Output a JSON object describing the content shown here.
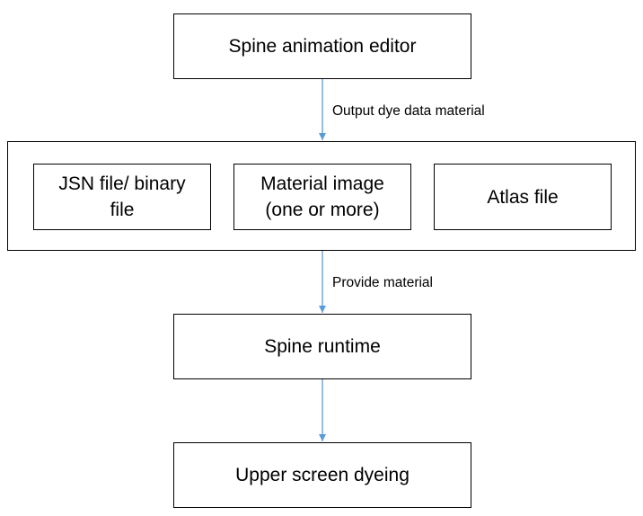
{
  "nodes": {
    "editor": "Spine animation editor",
    "json_file": "JSN file/ binary file",
    "material_image": "Material image (one or more)",
    "atlas_file": "Atlas file",
    "runtime": "Spine runtime",
    "dyeing": "Upper screen dyeing"
  },
  "edges": {
    "editor_to_materials": "Output dye data material",
    "materials_to_runtime": "Provide material",
    "runtime_to_dyeing": ""
  },
  "colors": {
    "arrow": "#5b9bd5",
    "border": "#000000"
  }
}
